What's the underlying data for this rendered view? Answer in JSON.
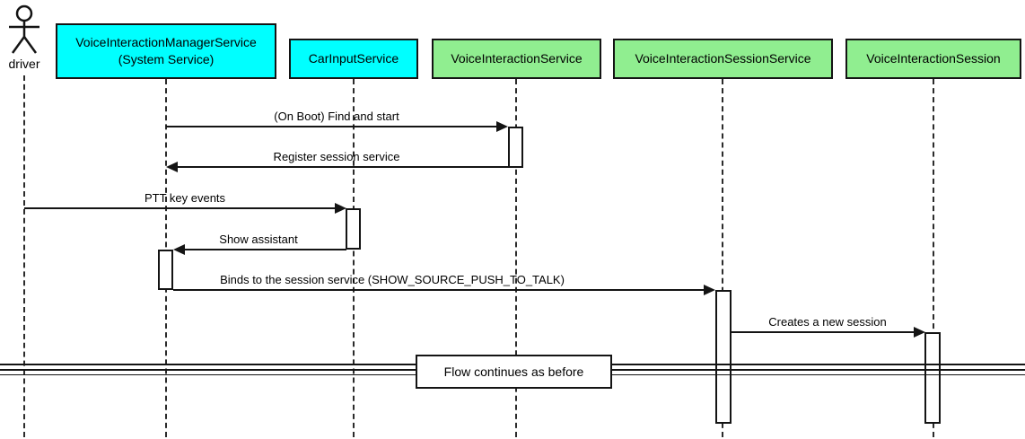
{
  "diagram": {
    "type": "uml-sequence",
    "actor": {
      "label": "driver"
    },
    "participants": [
      {
        "name": "VoiceInteractionManagerService\n(System Service)",
        "fill": "#00ffff"
      },
      {
        "name": "CarInputService",
        "fill": "#00ffff"
      },
      {
        "name": "VoiceInteractionService",
        "fill": "#90ee90"
      },
      {
        "name": "VoiceInteractionSessionService",
        "fill": "#90ee90"
      },
      {
        "name": "VoiceInteractionSession",
        "fill": "#90ee90"
      }
    ],
    "messages": [
      {
        "label": "(On Boot) Find and start",
        "from": "VoiceInteractionManagerService",
        "to": "VoiceInteractionService",
        "direction": "right"
      },
      {
        "label": "Register session service",
        "from": "VoiceInteractionService",
        "to": "VoiceInteractionManagerService",
        "direction": "left"
      },
      {
        "label": "PTT key events",
        "from": "driver",
        "to": "CarInputService",
        "direction": "right"
      },
      {
        "label": "Show assistant",
        "from": "CarInputService",
        "to": "VoiceInteractionManagerService",
        "direction": "left"
      },
      {
        "label": "Binds to the session service (SHOW_SOURCE_PUSH_TO_TALK)",
        "from": "VoiceInteractionManagerService",
        "to": "VoiceInteractionSessionService",
        "direction": "right"
      },
      {
        "label": "Creates a new session",
        "from": "VoiceInteractionSessionService",
        "to": "VoiceInteractionSession",
        "direction": "right"
      }
    ],
    "divider": {
      "label": "Flow continues as before"
    },
    "colors": {
      "participant_cyan": "#00ffff",
      "participant_green": "#90ee90",
      "line": "#141414",
      "background": "#ffffff"
    }
  }
}
